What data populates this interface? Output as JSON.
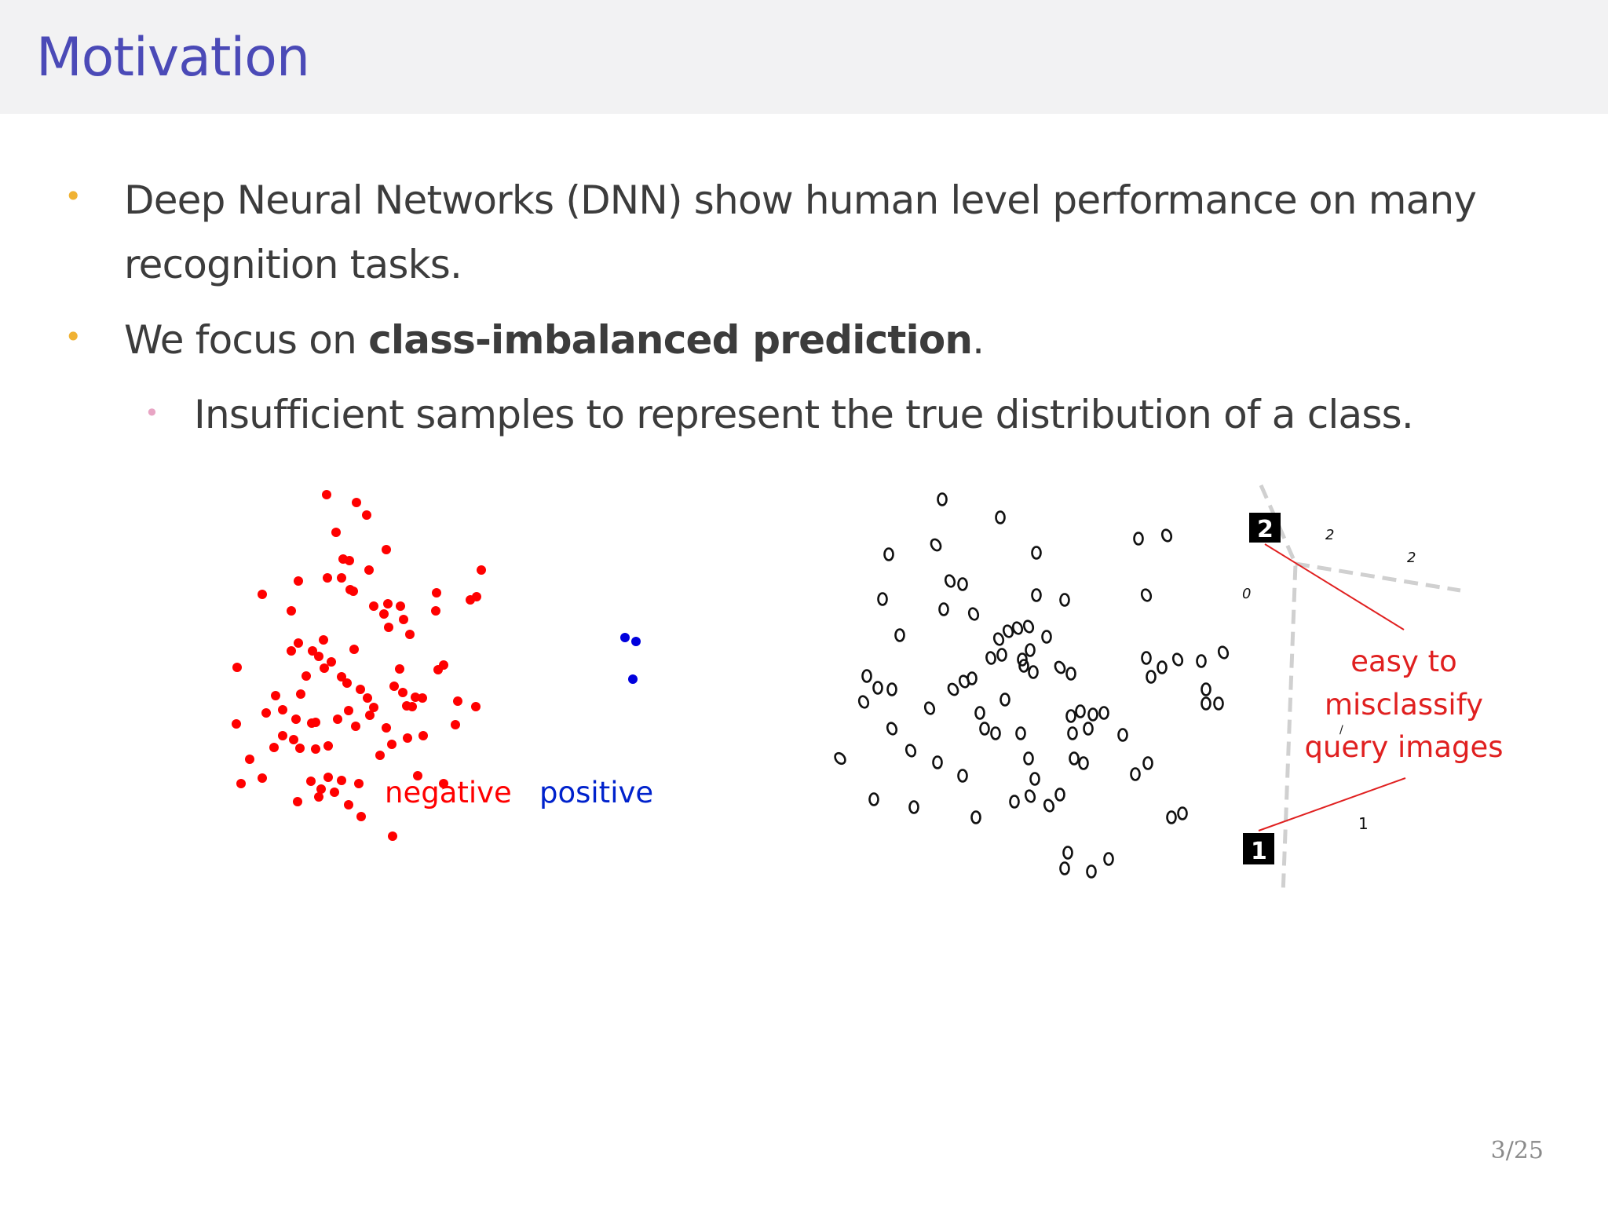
{
  "slide": {
    "title": "Motivation",
    "page_number": "3/25"
  },
  "bullets": [
    {
      "level": 1,
      "line1": "Deep Neural Networks (DNN) show human level performance on many",
      "line2": "recognition tasks."
    },
    {
      "level": 1,
      "prefix": "We focus on ",
      "bold": "class-imbalanced prediction",
      "suffix": "."
    },
    {
      "level": 2,
      "text": "Insufficient samples to represent the true distribution of a class."
    }
  ],
  "left_figure": {
    "negative_label": "negative",
    "positive_label": "positive",
    "negative_color": "#ff0000",
    "positive_color": "#0000dd"
  },
  "right_figure": {
    "annotation_line1": "easy to",
    "annotation_line2": "misclassify",
    "annotation_line3": "query images",
    "annotation_color": "#e02020",
    "query_digit_top": "2",
    "query_digit_bottom": "1"
  }
}
